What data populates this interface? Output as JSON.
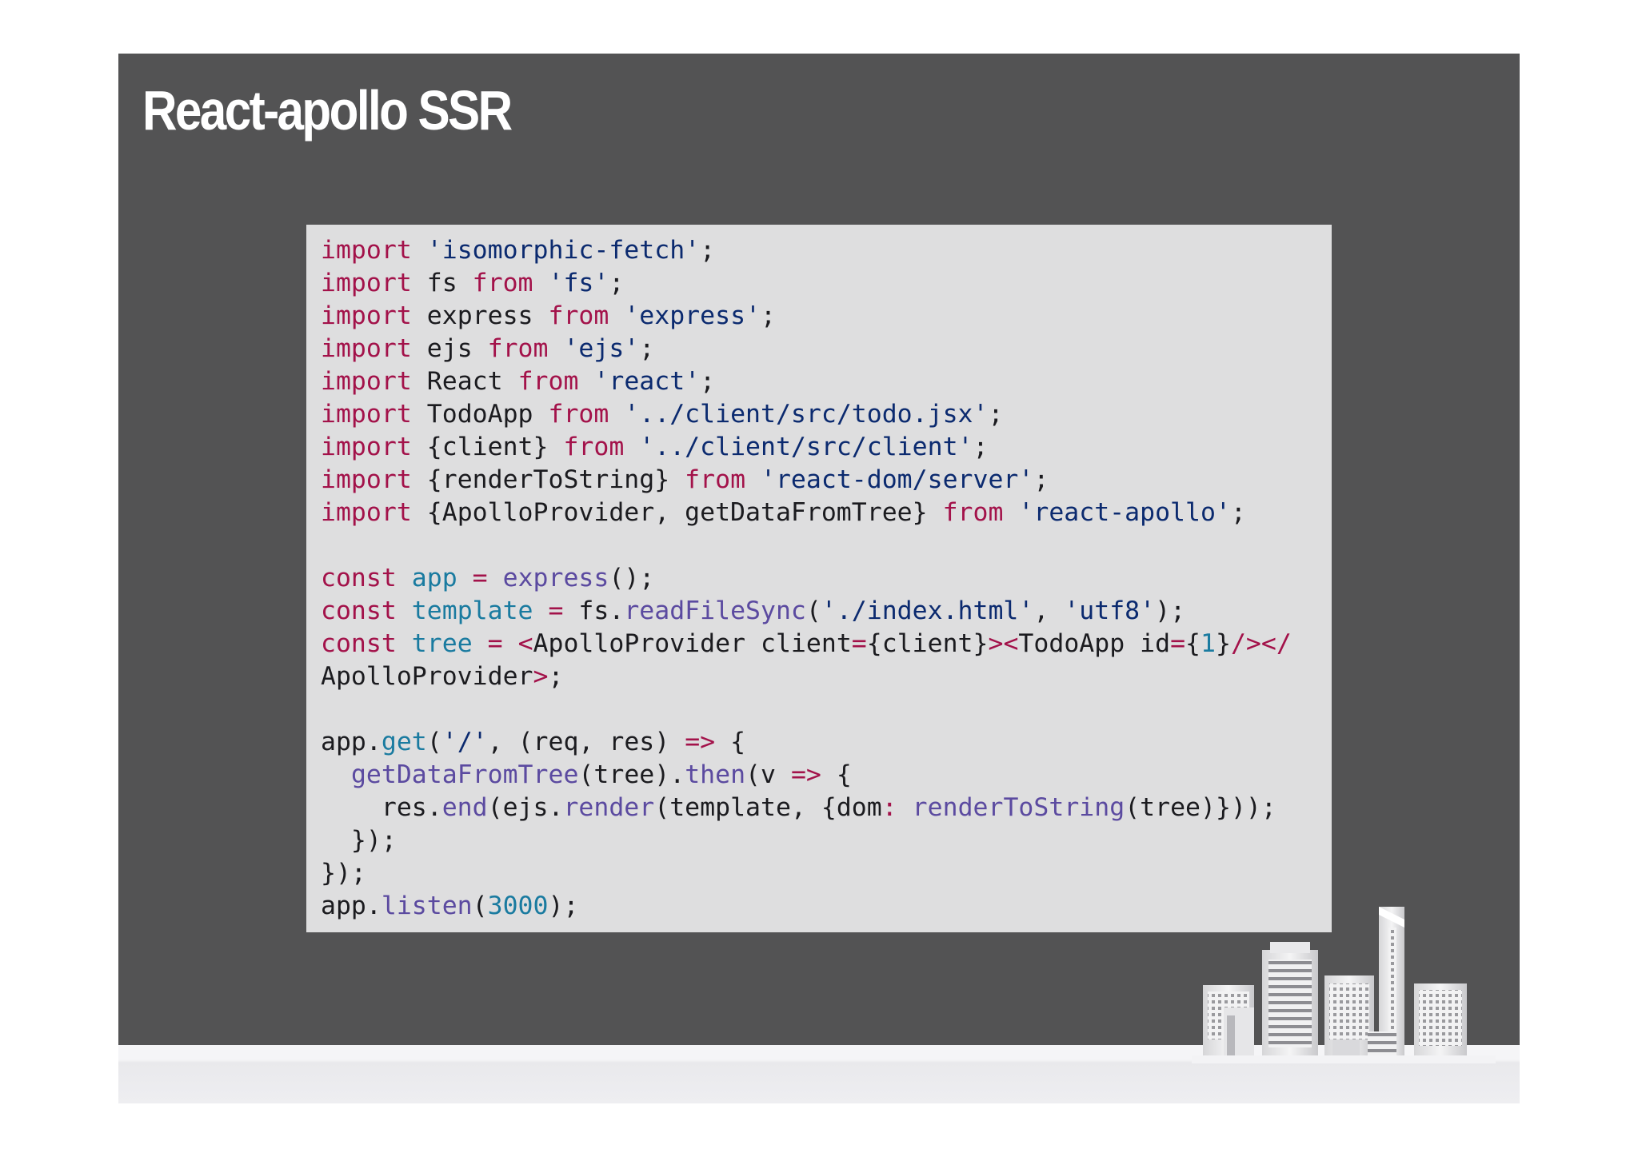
{
  "slide": {
    "title": "React-apollo SSR"
  },
  "code": {
    "lines": [
      [
        {
          "t": "import",
          "c": "kw"
        },
        {
          "t": " "
        },
        {
          "t": "'isomorphic-fetch'",
          "c": "str"
        },
        {
          "t": ";"
        }
      ],
      [
        {
          "t": "import",
          "c": "kw"
        },
        {
          "t": " fs "
        },
        {
          "t": "from",
          "c": "kw"
        },
        {
          "t": " "
        },
        {
          "t": "'fs'",
          "c": "str"
        },
        {
          "t": ";"
        }
      ],
      [
        {
          "t": "import",
          "c": "kw"
        },
        {
          "t": " express "
        },
        {
          "t": "from",
          "c": "kw"
        },
        {
          "t": " "
        },
        {
          "t": "'express'",
          "c": "str"
        },
        {
          "t": ";"
        }
      ],
      [
        {
          "t": "import",
          "c": "kw"
        },
        {
          "t": " ejs "
        },
        {
          "t": "from",
          "c": "kw"
        },
        {
          "t": " "
        },
        {
          "t": "'ejs'",
          "c": "str"
        },
        {
          "t": ";"
        }
      ],
      [
        {
          "t": "import",
          "c": "kw"
        },
        {
          "t": " React "
        },
        {
          "t": "from",
          "c": "kw"
        },
        {
          "t": " "
        },
        {
          "t": "'react'",
          "c": "str"
        },
        {
          "t": ";"
        }
      ],
      [
        {
          "t": "import",
          "c": "kw"
        },
        {
          "t": " TodoApp "
        },
        {
          "t": "from",
          "c": "kw"
        },
        {
          "t": " "
        },
        {
          "t": "'../client/src/todo.jsx'",
          "c": "str"
        },
        {
          "t": ";"
        }
      ],
      [
        {
          "t": "import",
          "c": "kw"
        },
        {
          "t": " {client} "
        },
        {
          "t": "from",
          "c": "kw"
        },
        {
          "t": " "
        },
        {
          "t": "'../client/src/client'",
          "c": "str"
        },
        {
          "t": ";"
        }
      ],
      [
        {
          "t": "import",
          "c": "kw"
        },
        {
          "t": " {renderToString} "
        },
        {
          "t": "from",
          "c": "kw"
        },
        {
          "t": " "
        },
        {
          "t": "'react-dom/server'",
          "c": "str"
        },
        {
          "t": ";"
        }
      ],
      [
        {
          "t": "import",
          "c": "kw"
        },
        {
          "t": " {ApolloProvider, getDataFromTree} "
        },
        {
          "t": "from",
          "c": "kw"
        },
        {
          "t": " "
        },
        {
          "t": "'react-apollo'",
          "c": "str"
        },
        {
          "t": ";"
        }
      ],
      [],
      [
        {
          "t": "const",
          "c": "kw"
        },
        {
          "t": " "
        },
        {
          "t": "app",
          "c": "var"
        },
        {
          "t": " "
        },
        {
          "t": "=",
          "c": "op"
        },
        {
          "t": " "
        },
        {
          "t": "express",
          "c": "fn"
        },
        {
          "t": "();"
        }
      ],
      [
        {
          "t": "const",
          "c": "kw"
        },
        {
          "t": " "
        },
        {
          "t": "template",
          "c": "var"
        },
        {
          "t": " "
        },
        {
          "t": "=",
          "c": "op"
        },
        {
          "t": " fs."
        },
        {
          "t": "readFileSync",
          "c": "fn"
        },
        {
          "t": "("
        },
        {
          "t": "'./index.html'",
          "c": "str"
        },
        {
          "t": ", "
        },
        {
          "t": "'utf8'",
          "c": "str"
        },
        {
          "t": ");"
        }
      ],
      [
        {
          "t": "const",
          "c": "kw"
        },
        {
          "t": " "
        },
        {
          "t": "tree",
          "c": "var"
        },
        {
          "t": " "
        },
        {
          "t": "=",
          "c": "op"
        },
        {
          "t": " "
        },
        {
          "t": "<",
          "c": "op"
        },
        {
          "t": "ApolloProvider client"
        },
        {
          "t": "=",
          "c": "op"
        },
        {
          "t": "{client}"
        },
        {
          "t": "><",
          "c": "op"
        },
        {
          "t": "TodoApp id"
        },
        {
          "t": "=",
          "c": "op"
        },
        {
          "t": "{"
        },
        {
          "t": "1",
          "c": "num"
        },
        {
          "t": "}"
        },
        {
          "t": "/></",
          "c": "op"
        }
      ],
      [
        {
          "t": "ApolloProvider"
        },
        {
          "t": ">",
          "c": "op"
        },
        {
          "t": ";"
        }
      ],
      [],
      [
        {
          "t": "app."
        },
        {
          "t": "get",
          "c": "var"
        },
        {
          "t": "("
        },
        {
          "t": "'/'",
          "c": "str"
        },
        {
          "t": ", (req, res) "
        },
        {
          "t": "=>",
          "c": "op"
        },
        {
          "t": " {"
        }
      ],
      [
        {
          "t": "  "
        },
        {
          "t": "getDataFromTree",
          "c": "fn"
        },
        {
          "t": "(tree)."
        },
        {
          "t": "then",
          "c": "fn"
        },
        {
          "t": "(v "
        },
        {
          "t": "=>",
          "c": "op"
        },
        {
          "t": " {"
        }
      ],
      [
        {
          "t": "    res."
        },
        {
          "t": "end",
          "c": "fn"
        },
        {
          "t": "(ejs."
        },
        {
          "t": "render",
          "c": "fn"
        },
        {
          "t": "(template, {dom"
        },
        {
          "t": ":",
          "c": "op"
        },
        {
          "t": " "
        },
        {
          "t": "renderToString",
          "c": "fn"
        },
        {
          "t": "(tree)}));"
        }
      ],
      [
        {
          "t": "  });"
        }
      ],
      [
        {
          "t": "});"
        }
      ],
      [
        {
          "t": "app."
        },
        {
          "t": "listen",
          "c": "fn"
        },
        {
          "t": "("
        },
        {
          "t": "3000",
          "c": "num"
        },
        {
          "t": ");"
        }
      ]
    ]
  },
  "colors": {
    "slide_background": "#535354",
    "code_background": "#dededf",
    "keyword": "#a3124a",
    "string": "#0b2a6f",
    "function": "#5b4aa0",
    "variable": "#1a7ba0"
  },
  "decoration": {
    "icon": "city-skyline-icon"
  }
}
